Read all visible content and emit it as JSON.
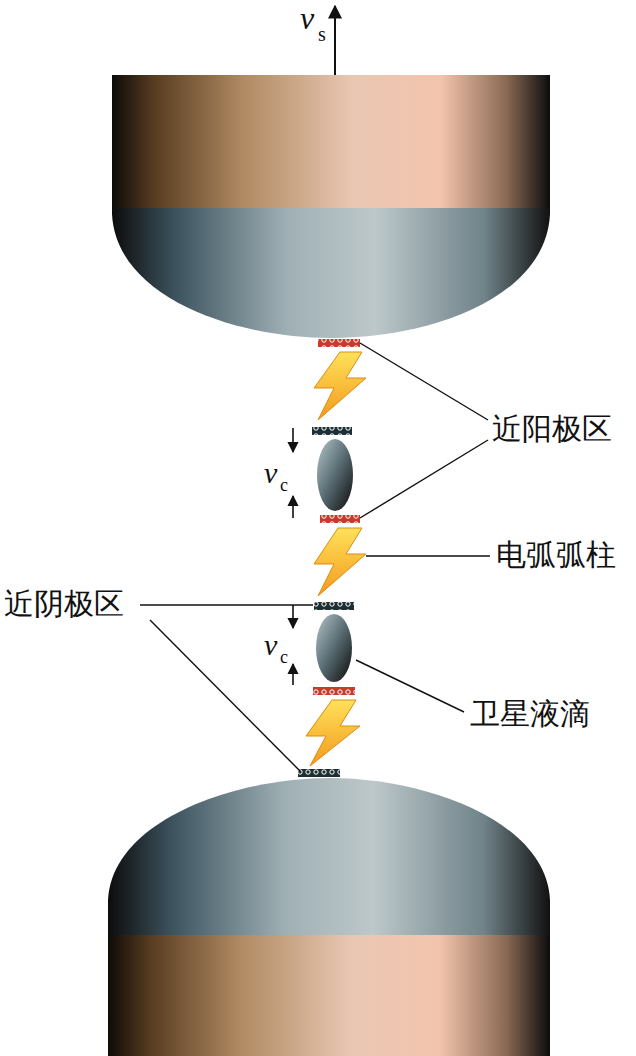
{
  "diagram": {
    "labels": [
      "v",
      "s",
      "近阳极区",
      "v",
      "c",
      "电弧弧柱",
      "近阴极区",
      "v",
      "c",
      "卫星液滴"
    ]
  }
}
